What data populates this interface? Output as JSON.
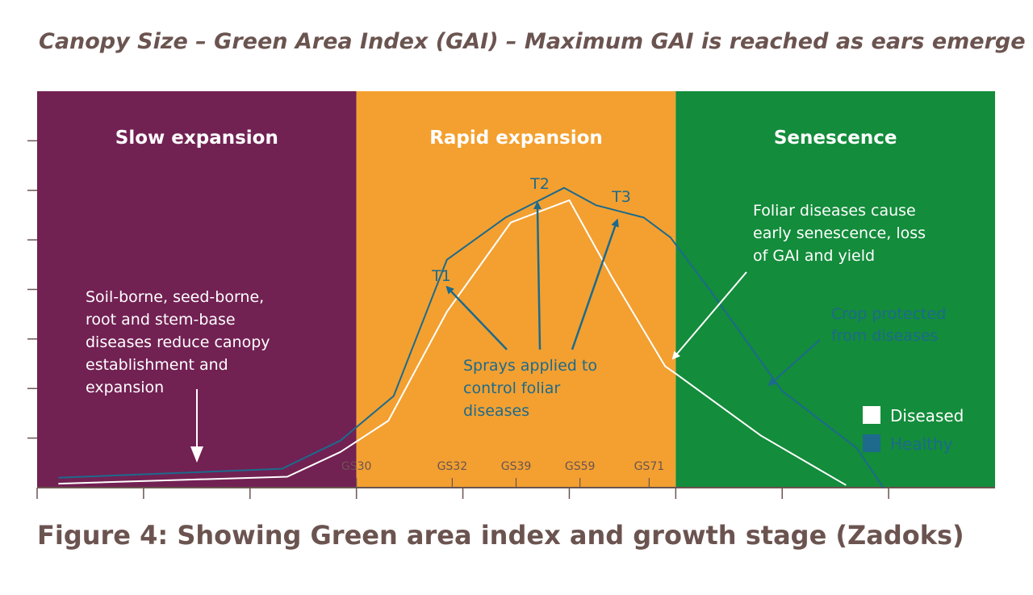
{
  "title": "Canopy Size – Green Area Index (GAI) – Maximum GAI is reached as ears emerge",
  "caption": "Figure 4: Showing Green area index and growth stage (Zadoks)",
  "colors": {
    "slow": "#722153",
    "rapid": "#f3a030",
    "senescence": "#138c3b",
    "healthy": "#1d6a8c",
    "diseased": "#ffffff",
    "text_brown": "#6b5450"
  },
  "chart_data": {
    "type": "line",
    "title": "Canopy Size – Green Area Index (GAI) – Maximum GAI is reached as ears emerge",
    "xlabel": "",
    "ylabel": "",
    "xlim": [
      0,
      9
    ],
    "ylim": [
      0,
      8
    ],
    "grid": false,
    "legend": "bottom-right",
    "x_ticks": [
      0,
      1,
      2,
      3,
      4,
      5,
      6,
      7,
      8,
      9
    ],
    "y_ticks": [
      1,
      2,
      3,
      4,
      5,
      6,
      7
    ],
    "phases": [
      {
        "label": "Slow expansion",
        "x_start": 0,
        "x_end": 3
      },
      {
        "label": "Rapid expansion",
        "x_start": 3,
        "x_end": 6
      },
      {
        "label": "Senescence",
        "x_start": 6,
        "x_end": 9
      }
    ],
    "growth_stages": [
      {
        "label": "GS30",
        "x": 3.0
      },
      {
        "label": "GS32",
        "x": 3.9
      },
      {
        "label": "GS39",
        "x": 4.5
      },
      {
        "label": "GS59",
        "x": 5.1
      },
      {
        "label": "GS71",
        "x": 5.75
      }
    ],
    "series": [
      {
        "name": "Healthy",
        "x": [
          0.2,
          2.3,
          2.85,
          3.35,
          3.85,
          4.4,
          4.95,
          5.25,
          5.7,
          5.95,
          6.3,
          7.0,
          7.7,
          7.95
        ],
        "y": [
          0.2,
          0.38,
          0.95,
          1.85,
          4.6,
          5.45,
          6.05,
          5.7,
          5.45,
          5.05,
          4.05,
          1.95,
          0.8,
          0.0
        ]
      },
      {
        "name": "Diseased",
        "x": [
          0.2,
          2.35,
          2.85,
          3.3,
          3.85,
          4.45,
          5.0,
          5.4,
          5.9,
          6.0,
          6.8,
          7.6
        ],
        "y": [
          0.08,
          0.22,
          0.72,
          1.35,
          3.55,
          5.35,
          5.8,
          4.25,
          2.45,
          2.3,
          1.05,
          0.05
        ]
      }
    ],
    "sprays": [
      {
        "label": "T1",
        "x": 3.85,
        "y": 4.05
      },
      {
        "label": "T2",
        "x": 4.7,
        "y": 5.75
      },
      {
        "label": "T3",
        "x": 5.45,
        "y": 5.4
      }
    ],
    "annotations": {
      "slow_note": "Soil-borne, seed-borne, root and stem-base diseases reduce canopy establishment and expansion",
      "spray_note": "Sprays applied to control foliar diseases",
      "foliar_note": "Foliar diseases cause early senescence, loss of GAI and yield",
      "protected_note": "Crop protected from diseases"
    }
  }
}
